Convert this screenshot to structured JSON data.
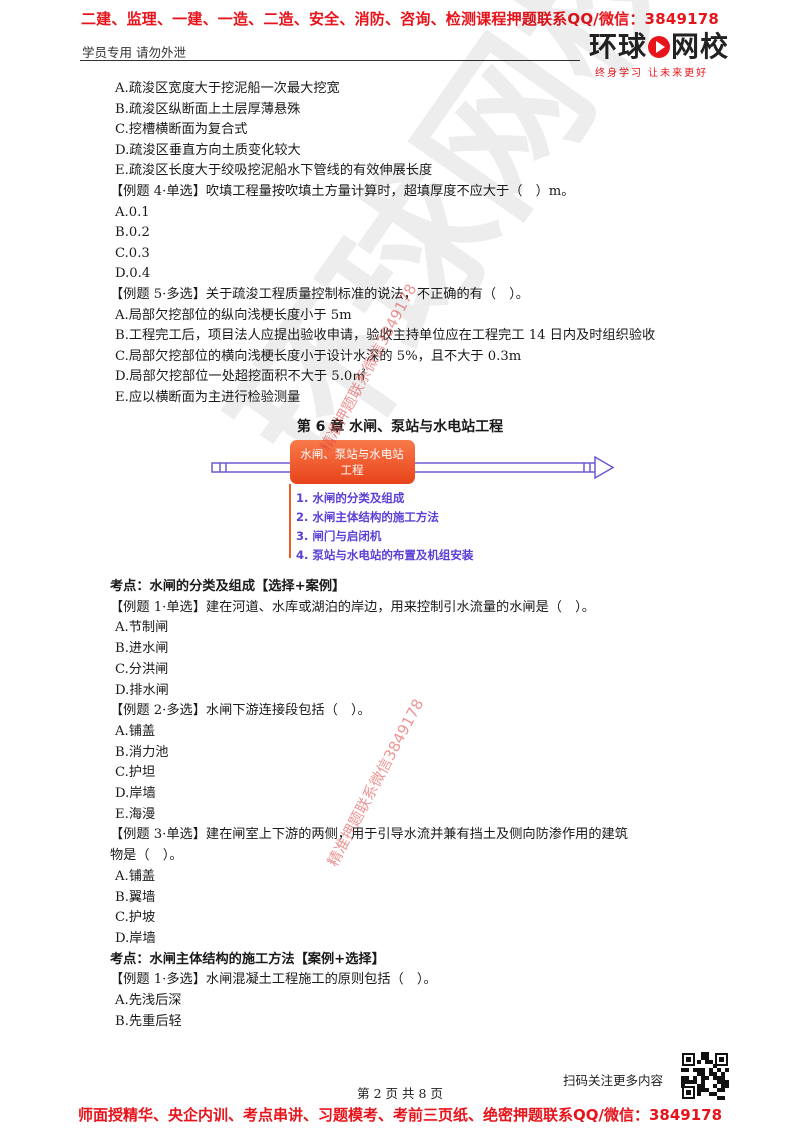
{
  "header": {
    "banner": "二建、监理、一建、一造、二造、安全、消防、咨询、检测课程押题联系QQ/微信：3849178",
    "left_label": "学员专用 请勿外泄",
    "logo_main_a": "环球",
    "logo_main_b": "网校",
    "logo_slogan": "终身学习 让未来更好"
  },
  "lines": [
    {
      "t": "A.疏浚区宽度大于挖泥船一次最大挖宽"
    },
    {
      "t": "B.疏浚区纵断面上土层厚薄悬殊"
    },
    {
      "t": "C.挖槽横断面为复合式"
    },
    {
      "t": "D.疏浚区垂直方向土质变化较大"
    },
    {
      "t": "E.疏浚区长度大于绞吸挖泥船水下管线的有效伸展长度"
    },
    {
      "t": "【例题 4·单选】吹填工程量按吹填土方量计算时，超填厚度不应大于（　）m。"
    },
    {
      "t": "A.0.1"
    },
    {
      "t": "B.0.2"
    },
    {
      "t": "C.0.3"
    },
    {
      "t": "D.0.4"
    },
    {
      "t": "【例题 5·多选】关于疏浚工程质量控制标准的说法，不正确的有（　）。"
    },
    {
      "t": "A.局部欠挖部位的纵向浅梗长度小于 5m"
    },
    {
      "t": "B.工程完工后，项目法人应提出验收申请，验收主持单位应在工程完工 14 日内及时组织验收"
    },
    {
      "t": "C.局部欠挖部位的横向浅梗长度小于设计水深的 5%，且不大于 0.3m"
    },
    {
      "t": "D.局部欠挖部位一处超挖面积不大于 5.0㎡"
    },
    {
      "t": "E.应以横断面为主进行检验测量"
    }
  ],
  "chapter_title": "第 6 章  水闸、泵站与水电站工程",
  "diagram": {
    "box_line1": "水闸、泵站与水电站",
    "box_line2": "工程",
    "items": [
      "1. 水闸的分类及组成",
      "2. 水闸主体结构的施工方法",
      "3. 闸门与启闭机",
      "4. 泵站与水电站的布置及机组安装"
    ]
  },
  "lines2": [
    {
      "t": "考点：水闸的分类及组成【选择+案例】",
      "b": true
    },
    {
      "t": "【例题 1·单选】建在河道、水库或湖泊的岸边，用来控制引水流量的水闸是（　）。"
    },
    {
      "t": "A.节制闸"
    },
    {
      "t": "B.进水闸"
    },
    {
      "t": "C.分洪闸"
    },
    {
      "t": "D.排水闸"
    },
    {
      "t": "【例题 2·多选】水闸下游连接段包括（　）。"
    },
    {
      "t": "A.铺盖"
    },
    {
      "t": "B.消力池"
    },
    {
      "t": "C.护坦"
    },
    {
      "t": "D.岸墙"
    },
    {
      "t": "E.海漫"
    },
    {
      "t": "【例题 3·单选】建在闸室上下游的两侧，用于引导水流并兼有挡土及侧向防渗作用的建筑"
    },
    {
      "t": "物是（　）。"
    },
    {
      "t": "A.铺盖"
    },
    {
      "t": "B.翼墙"
    },
    {
      "t": "C.护坡"
    },
    {
      "t": "D.岸墙"
    },
    {
      "t": "考点：水闸主体结构的施工方法【案例+选择】",
      "b": true
    },
    {
      "t": "【例题 1·多选】水闸混凝土工程施工的原则包括（　）。"
    },
    {
      "t": "A.先浅后深"
    },
    {
      "t": "B.先重后轻"
    }
  ],
  "watermark": {
    "stamp": "环球网校",
    "text1": "精准押题联系微信3849178",
    "text2": "精准押题联系微信3849178"
  },
  "footer": {
    "page": "第 2 页 共 8 页",
    "qr_label": "扫码关注更多内容",
    "banner": "师面授精华、央企内训、考点串讲、习题模考、考前三页纸、绝密押题联系QQ/微信：3849178"
  },
  "colors": {
    "accent": "#e8141b",
    "diagram_box": "#f15a24",
    "diagram_items": "#5b3fd6",
    "arrow": "#6a5ad0"
  }
}
